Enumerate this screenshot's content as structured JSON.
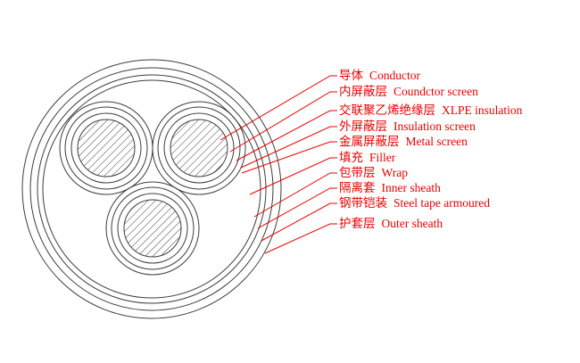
{
  "colors": {
    "label_text": "#e60000",
    "leader_line": "#e60000",
    "outline": "#3c3c3c",
    "background": "#ffffff"
  },
  "labels": [
    {
      "zh": "导体",
      "en": "Conductor"
    },
    {
      "zh": "内屏蔽层",
      "en": "Coundctor screen"
    },
    {
      "zh": "交联聚乙烯绝缘层",
      "en": "XLPE insulation"
    },
    {
      "zh": "外屏蔽层",
      "en": "Insulation screen"
    },
    {
      "zh": "金属屏蔽层",
      "en": "Metal screen"
    },
    {
      "zh": "填充",
      "en": "Filler"
    },
    {
      "zh": "包带层",
      "en": "Wrap"
    },
    {
      "zh": "隔离套",
      "en": "Inner sheath"
    },
    {
      "zh": "钢带铠装",
      "en": "Steel tape armoured"
    },
    {
      "zh": "护套层",
      "en": "Outer sheath"
    }
  ]
}
